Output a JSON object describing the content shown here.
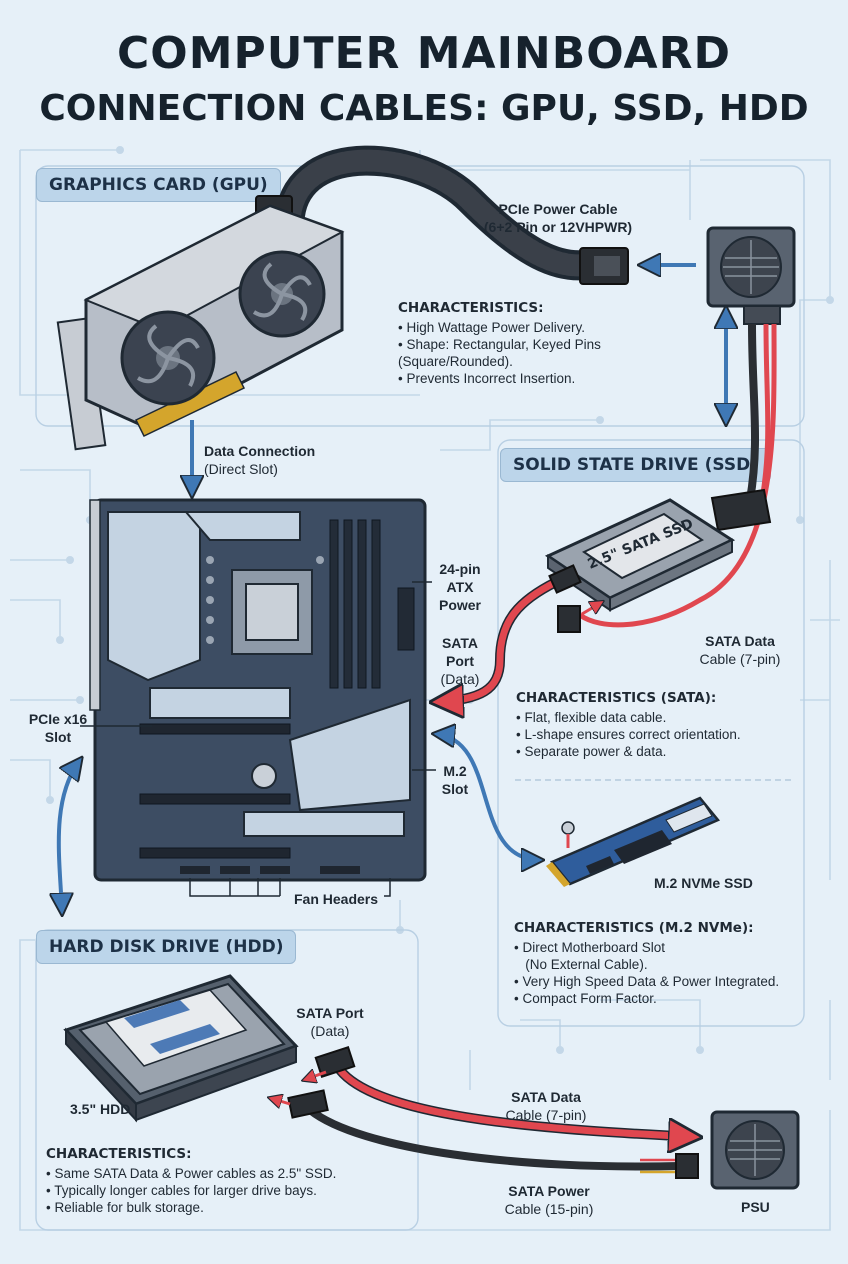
{
  "title": {
    "line1": "COMPUTER MAINBOARD",
    "line2": "CONNECTION CABLES: GPU, SSD, HDD"
  },
  "sections": {
    "gpu": "GRAPHICS CARD (GPU)",
    "ssd": "SOLID STATE DRIVE (SSD)",
    "hdd": "HARD DISK DRIVE (HDD)"
  },
  "gpu": {
    "cable_title": "PCIe Power Cable",
    "cable_detail": "(6+2 Pin or 12VHPWR)",
    "characteristics_heading": "CHARACTERISTICS:",
    "characteristics": [
      "High Wattage Power Delivery.",
      "Shape: Rectangular, Keyed Pins (Square/Rounded).",
      "Prevents Incorrect Insertion."
    ],
    "data_connection": "Data Connection",
    "data_connection_detail": "(Direct Slot)"
  },
  "motherboard": {
    "atx_power": [
      "24-pin",
      "ATX",
      "Power"
    ],
    "sata_port": [
      "SATA",
      "Port"
    ],
    "sata_port_detail": "(Data)",
    "pcie_slot": [
      "PCIe x16",
      "Slot"
    ],
    "m2_slot": [
      "M.2",
      "Slot"
    ],
    "fan_headers": "Fan Headers"
  },
  "ssd": {
    "drive_label": "2.5\" SATA SSD",
    "cable_title": "SATA Data",
    "cable_detail": "Cable (7-pin)",
    "characteristics_heading": "CHARACTERISTICS (SATA):",
    "characteristics": [
      "Flat, flexible data cable.",
      "L-shape ensures correct orientation.",
      "Separate power & data."
    ],
    "m2_label": "M.2 NVMe SSD",
    "m2_heading": "CHARACTERISTICS (M.2 NVMe):",
    "m2_characteristics": [
      "Direct Motherboard Slot",
      " (No External Cable).",
      "Very High Speed Data & Power Integrated.",
      "Compact Form Factor."
    ]
  },
  "hdd": {
    "drive_label": "3.5\" HDD",
    "sata_port": "SATA Port",
    "sata_port_detail": "(Data)",
    "data_cable_title": "SATA Data",
    "data_cable_detail": "Cable (7-pin)",
    "power_cable_title": "SATA Power",
    "power_cable_detail": "Cable (15-pin)",
    "psu_label": "PSU",
    "characteristics_heading": "CHARACTERISTICS:",
    "characteristics": [
      "Same SATA Data & Power cables as 2.5\" SSD.",
      "Typically longer cables for larger drive bays.",
      "Reliable for bulk storage."
    ]
  },
  "colors": {
    "background": "#e6f0f8",
    "tag": "#bcd5ea",
    "arrow_blue": "#3f78b5",
    "cable_red": "#e0474f",
    "cable_black": "#2a2e33",
    "board": "#3d4d63"
  },
  "icons": [
    "gpu-card",
    "fan-icon",
    "psu-unit",
    "motherboard",
    "ssd-drive",
    "m2-stick",
    "hdd-drive"
  ]
}
